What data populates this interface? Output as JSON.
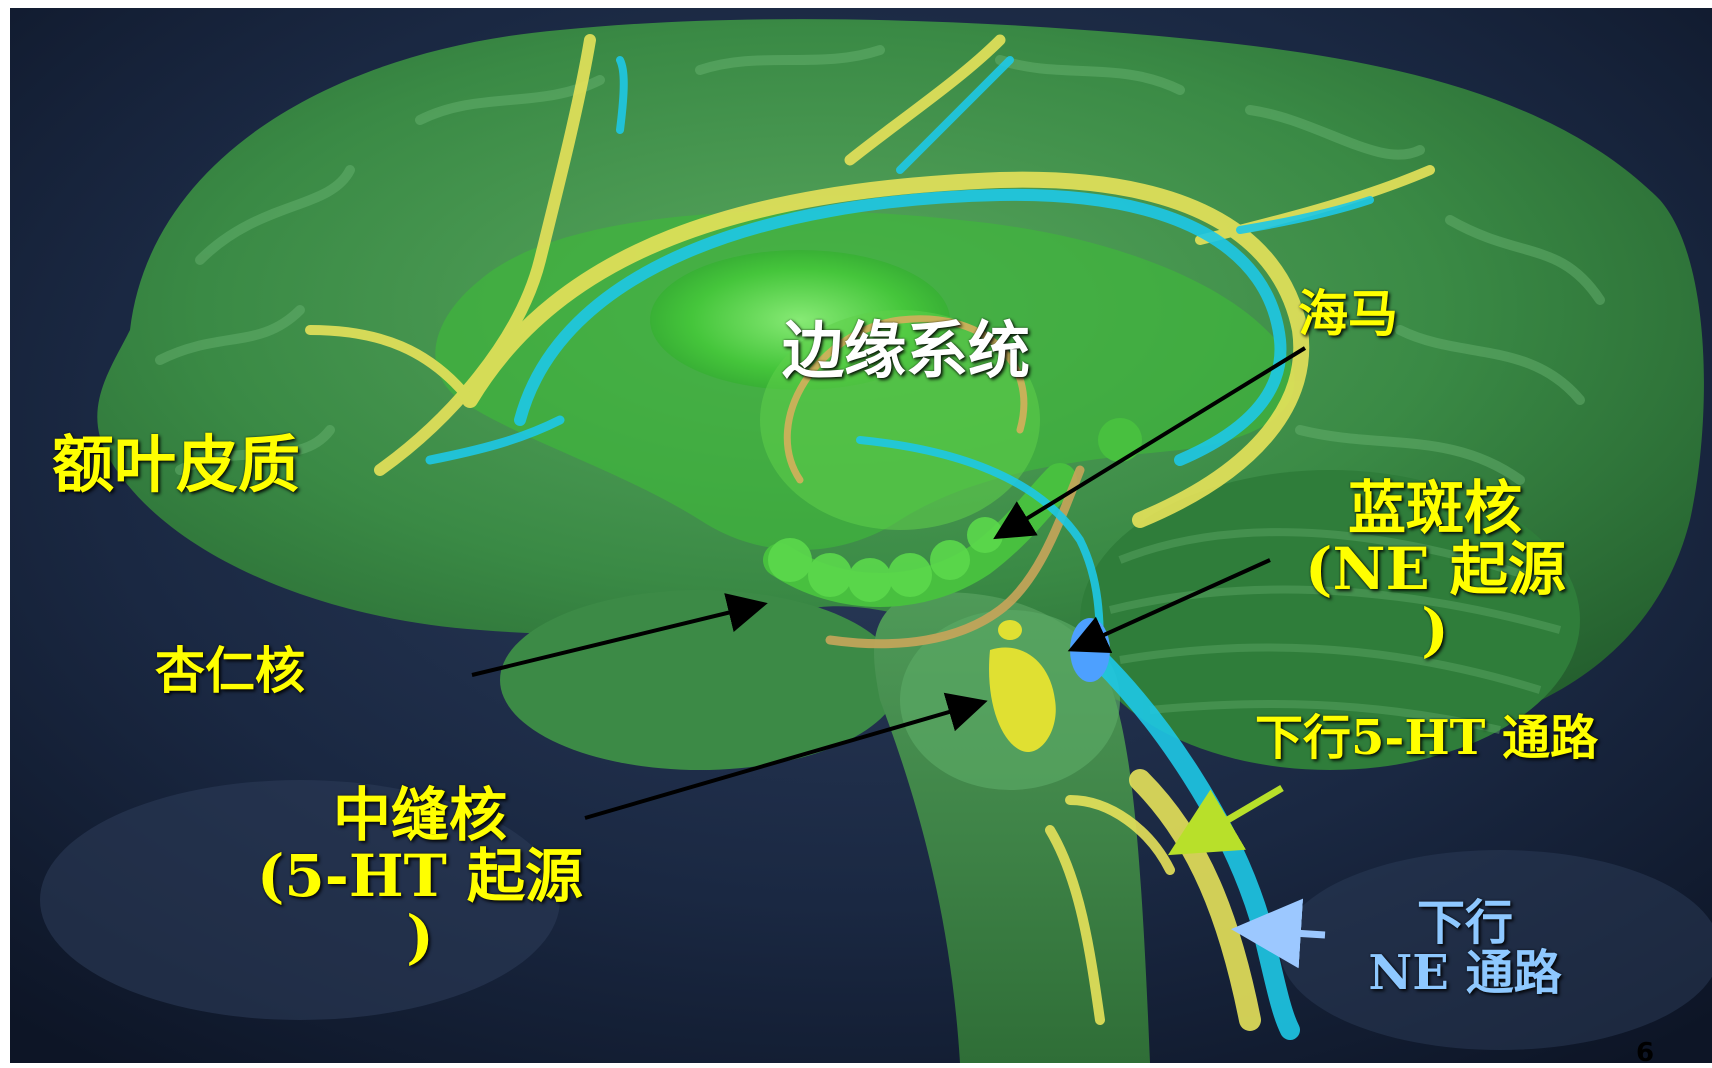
{
  "labels": {
    "limbic": "边缘系统",
    "frontal_cortex": "额叶皮质",
    "hippocampus": "海马",
    "locus_coeruleus": "蓝斑核",
    "ne_origin_1": "(NE 起源",
    "ne_origin_2": ")",
    "amygdala": "杏仁核",
    "raphe": "中缝核",
    "ht_origin_1": "(5-HT 起源",
    "ht_origin_2": ")",
    "desc_5ht": "下行5-HT 通路",
    "desc_ne_1": "下行",
    "desc_ne_2": "NE 通路"
  },
  "page_number": "6",
  "colors": {
    "background": "#16243d",
    "brain": "#2e7a3a",
    "limbic": "#4fd23a",
    "serotonin_pathway": "#e6e25a",
    "norepinephrine_pathway": "#1ec8e6",
    "label_yellow": "#ffff00",
    "label_blue": "#8ec8ff",
    "arrow": "#000000"
  }
}
